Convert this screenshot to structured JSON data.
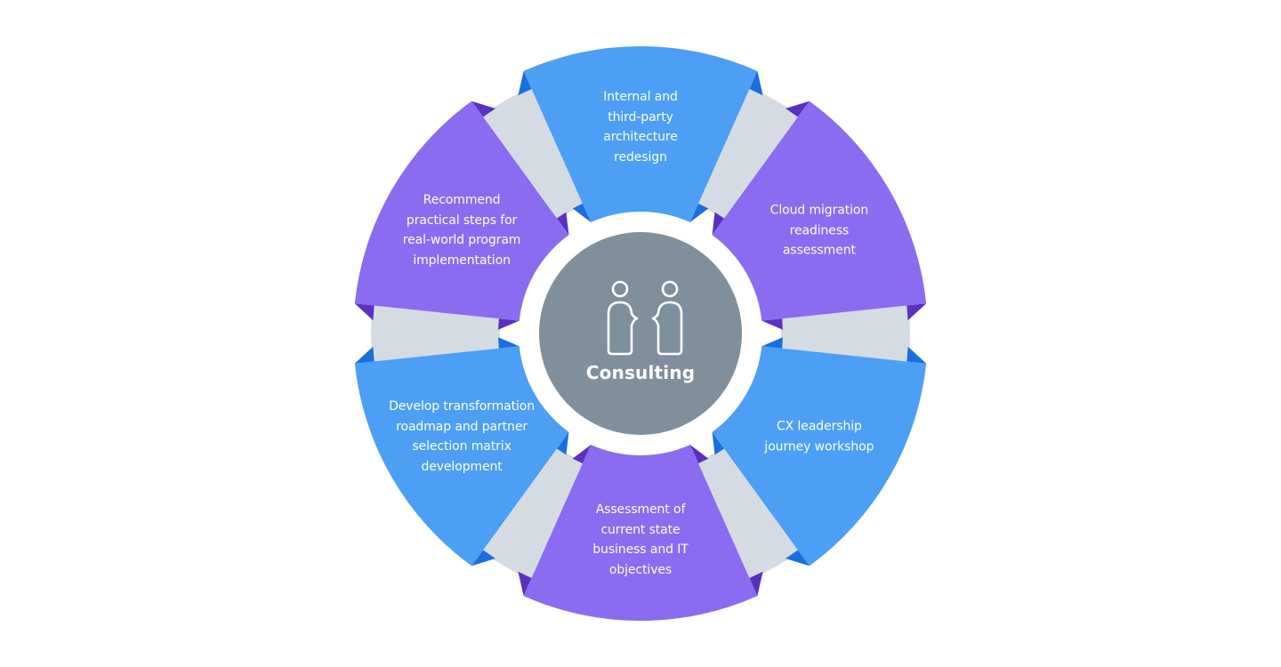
{
  "center": {
    "title": "Consulting",
    "icon": "two-people-conversation-icon",
    "color": "#808f9c"
  },
  "colors": {
    "blue": "#4c9ff5",
    "blue_fold": "#1a6ee0",
    "purple": "#8b6bf0",
    "purple_fold": "#5b2fc2",
    "connector": "#d5dbe3"
  },
  "segments": [
    {
      "id": "top",
      "theme": "blue",
      "lines": [
        "Internal and",
        "third-party",
        "architecture",
        "redesign"
      ]
    },
    {
      "id": "upper-right",
      "theme": "purple",
      "lines": [
        "Cloud migration",
        "readiness",
        "assessment"
      ]
    },
    {
      "id": "lower-right",
      "theme": "blue",
      "lines": [
        "CX leadership",
        "journey workshop"
      ]
    },
    {
      "id": "bottom",
      "theme": "purple",
      "lines": [
        "Assessment of",
        "current state",
        "business and IT",
        "objectives"
      ]
    },
    {
      "id": "lower-left",
      "theme": "blue",
      "lines": [
        "Develop transformation",
        "roadmap and partner",
        "selection matrix",
        "development"
      ]
    },
    {
      "id": "upper-left",
      "theme": "purple",
      "lines": [
        "Recommend",
        "practical steps for",
        "real-world program",
        "implementation"
      ]
    }
  ]
}
